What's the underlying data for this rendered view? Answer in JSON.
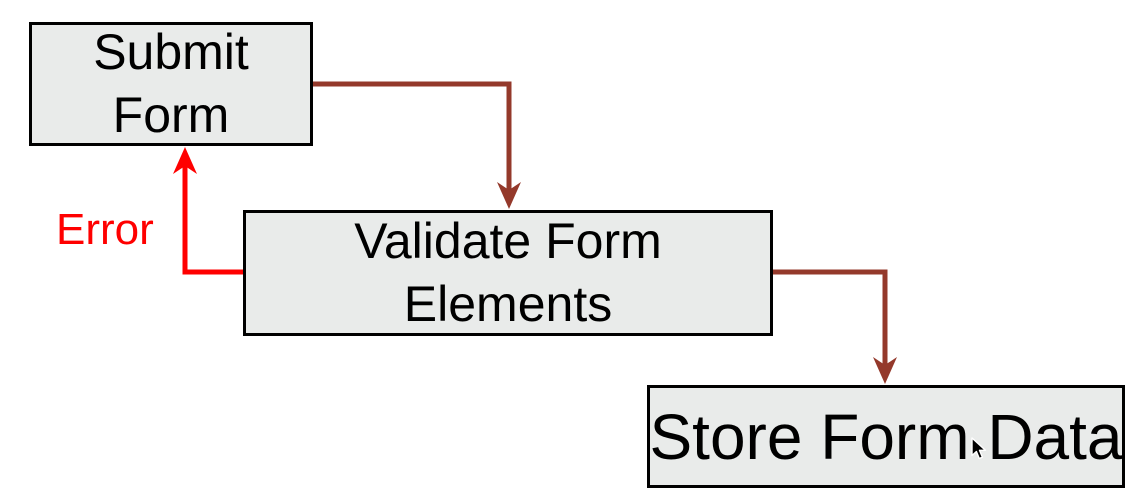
{
  "diagram": {
    "type": "flowchart",
    "background": "#ffffff",
    "nodes": [
      {
        "id": "submit-form",
        "lines": [
          "Submit",
          "Form"
        ]
      },
      {
        "id": "validate-form-elements",
        "lines": [
          "Validate Form",
          "Elements"
        ]
      },
      {
        "id": "store-form-data",
        "lines": [
          "Store Form Data"
        ]
      }
    ],
    "edges": [
      {
        "from": "submit-form",
        "to": "validate-form-elements",
        "label": "",
        "color": "#94392b"
      },
      {
        "from": "validate-form-elements",
        "to": "store-form-data",
        "label": "",
        "color": "#94392b"
      },
      {
        "from": "validate-form-elements",
        "to": "submit-form",
        "label": "Error",
        "color": "#ff0000"
      }
    ],
    "colors": {
      "node_fill": "#e9ebea",
      "node_border": "#000000",
      "node_text": "#000000",
      "connector": "#94392b",
      "error": "#ff0000"
    },
    "icons": {
      "cursor": "arrow-pointer"
    }
  }
}
